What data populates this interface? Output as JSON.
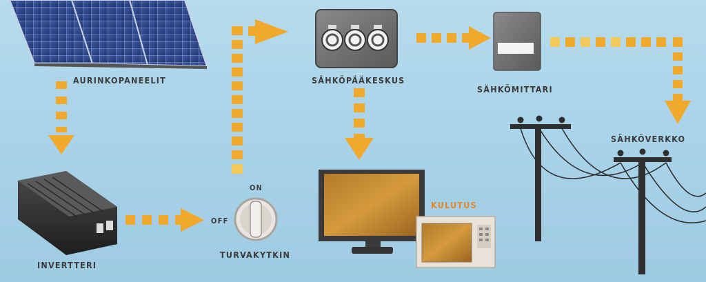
{
  "labels": {
    "solar_panels": "AURINKOPANEELIT",
    "inverter": "INVERTTERI",
    "safety_switch": "TURVAKYTKIN",
    "switch_on": "ON",
    "switch_off": "OFF",
    "main_panel": "SÄHKÖPÄÄKESKUS",
    "meter": "SÄHKÖMITTARI",
    "grid": "SÄHKÖVERKKO",
    "consumption": "KULUTUS"
  },
  "colors": {
    "flow_arrow": "#f0a92c",
    "background": "#aed6ea",
    "label_text": "#3c3c3c",
    "consumption_label": "#e0882a"
  },
  "icons": [
    "solar-panel-icon",
    "inverter-icon",
    "switch-icon",
    "fuse-box-icon",
    "meter-icon",
    "tv-icon",
    "microwave-icon",
    "power-pole-icon"
  ]
}
